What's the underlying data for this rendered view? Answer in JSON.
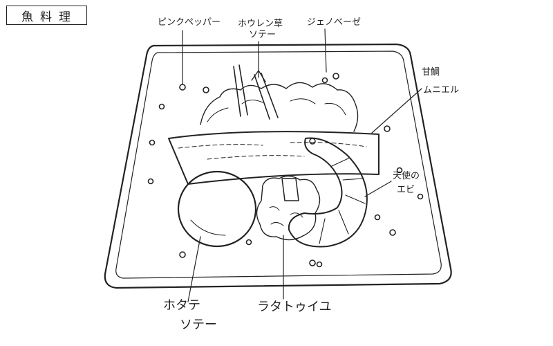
{
  "title": "魚料理",
  "labels": {
    "pink_pepper": "ピンクペッパー",
    "spinach_l1": "ホウレン草",
    "spinach_l2": "ソテー",
    "genovese": "ジェノベーゼ",
    "amadai_l1": "甘鯛",
    "amadai_l2": "ムニエル",
    "ebi_l1": "天使の",
    "ebi_l2": "エビ",
    "hotate_l1": "ホタテ",
    "hotate_l2": "ソテー",
    "ratatouille": "ラタトゥイユ"
  },
  "colors": {
    "ink": "#222222",
    "paper": "#ffffff"
  }
}
